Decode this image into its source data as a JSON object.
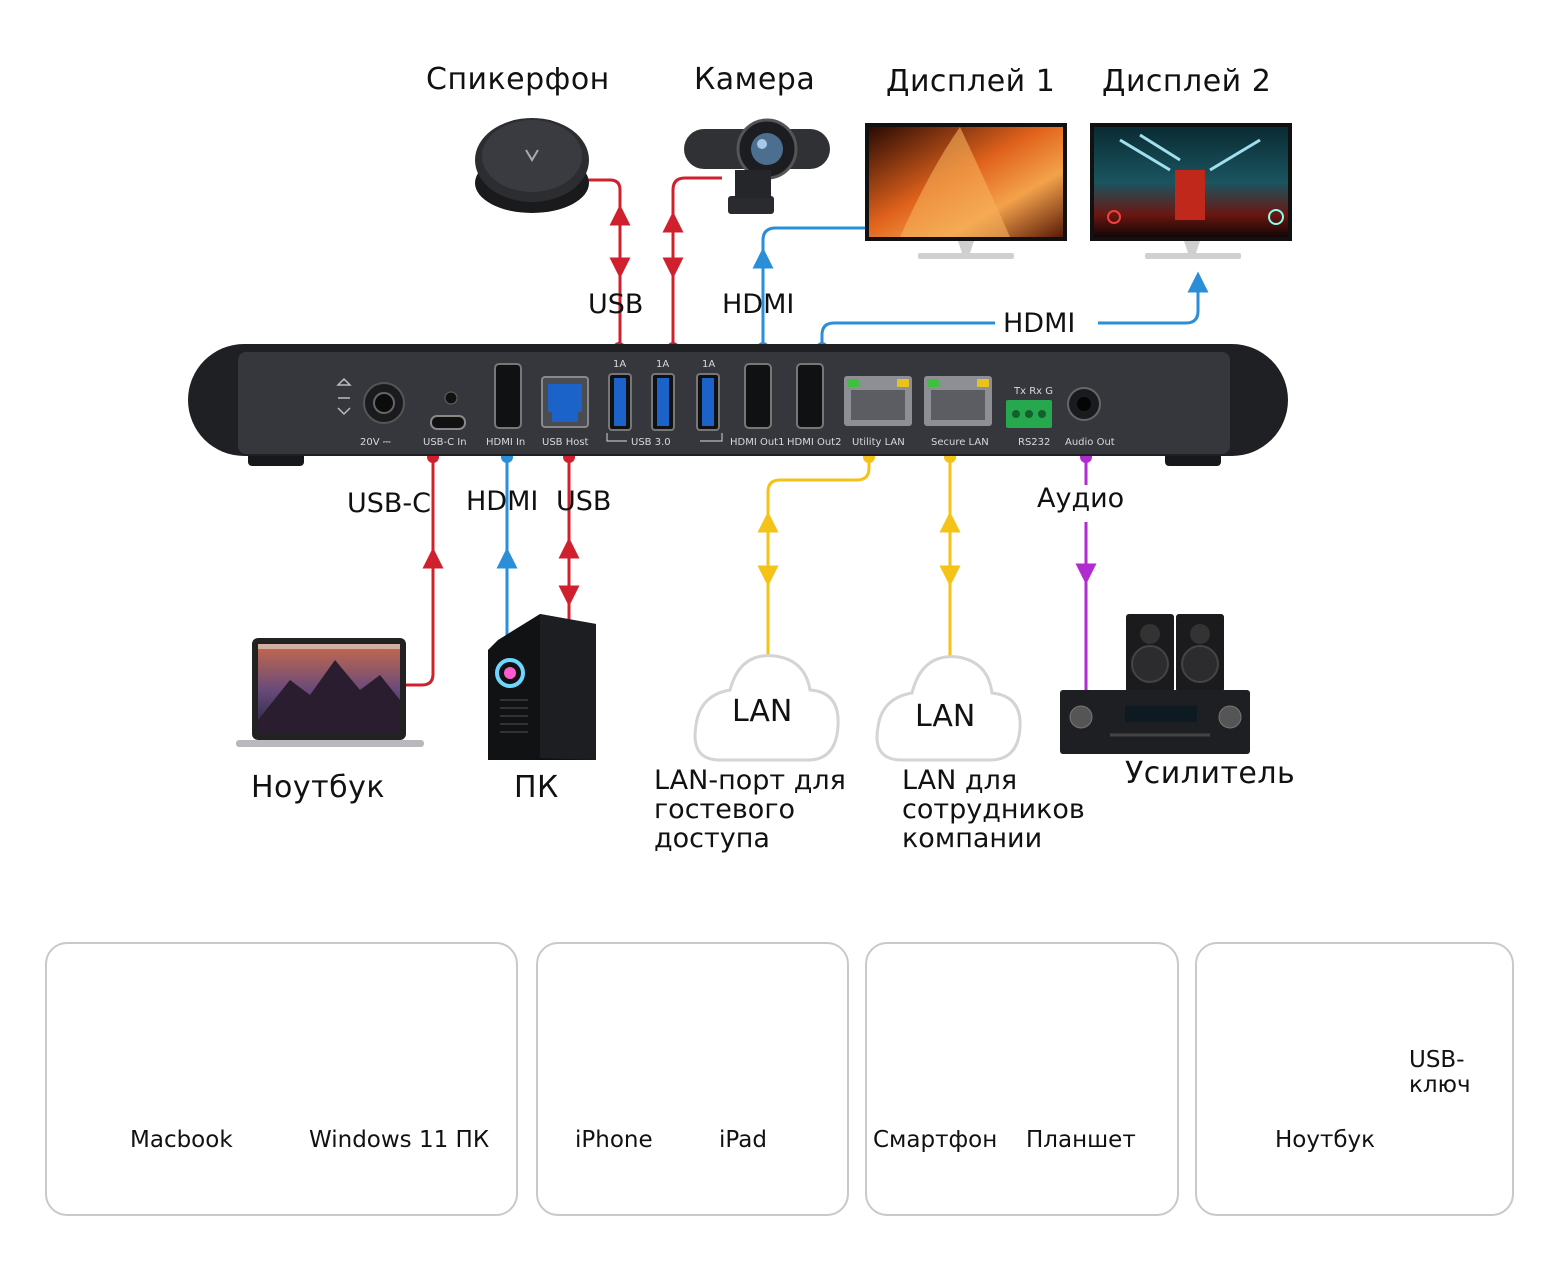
{
  "top_devices": {
    "speakerphone": "Спикерфон",
    "camera": "Камера",
    "display1": "Дисплей 1",
    "display2": "Дисплей 2"
  },
  "link_labels": {
    "usb_top": "USB",
    "hdmi_top1": "HDMI",
    "hdmi_top2": "HDMI",
    "usbc": "USB-C",
    "hdmi_in": "HDMI",
    "usb_host": "USB",
    "audio": "Аудио"
  },
  "ports": {
    "power": "20V ⎓",
    "usbc_in": "USB-C In",
    "hdmi_in": "HDMI In",
    "usb_host": "USB Host",
    "usb30": "USB 3.0",
    "amp_1a": "1A",
    "hdmi_out1": "HDMI Out1",
    "hdmi_out2": "HDMI Out2",
    "utility_lan": "Utility LAN",
    "secure_lan": "Secure LAN",
    "rs232_pins": "Tx  Rx  G",
    "rs232": "RS232",
    "audio_out": "Audio Out"
  },
  "bottom_devices": {
    "laptop": "Ноутбук",
    "pc": "ПК",
    "lan1_cloud": "LAN",
    "lan2_cloud": "LAN",
    "lan1_caption": "LAN-порт для\nгостевого\nдоступа",
    "lan2_caption": "LAN для\nсотрудников\nкомпании",
    "amplifier": "Усилитель"
  },
  "panels": {
    "macbook": "Macbook",
    "windows_pc": "Windows 11 ПК",
    "iphone": "iPhone",
    "ipad": "iPad",
    "smartphone": "Смартфон",
    "tablet": "Планшет",
    "notebook": "Ноутбук",
    "usb_key": "USB-\nключ"
  },
  "colors": {
    "usb": "#d0202e",
    "hdmi": "#2a8fd8",
    "lan": "#f5c218",
    "audio": "#b22bd1",
    "hub_body": "#2e3036"
  }
}
